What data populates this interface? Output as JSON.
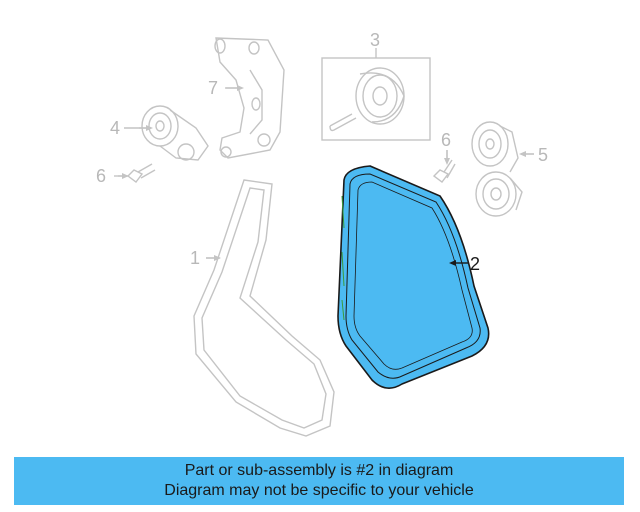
{
  "callouts": {
    "c1": "1",
    "c2": "2",
    "c3": "3",
    "c4": "4",
    "c5": "5",
    "c6a": "6",
    "c6b": "6",
    "c7": "7"
  },
  "highlight": {
    "part_number": "2",
    "fill_color": "#4cbaf2",
    "outline_color": "#1a1a1a"
  },
  "banner": {
    "line1": "Part or sub-assembly is #2 in diagram",
    "line2": "Diagram may not be specific to your vehicle",
    "background": "#4cbaf2"
  }
}
